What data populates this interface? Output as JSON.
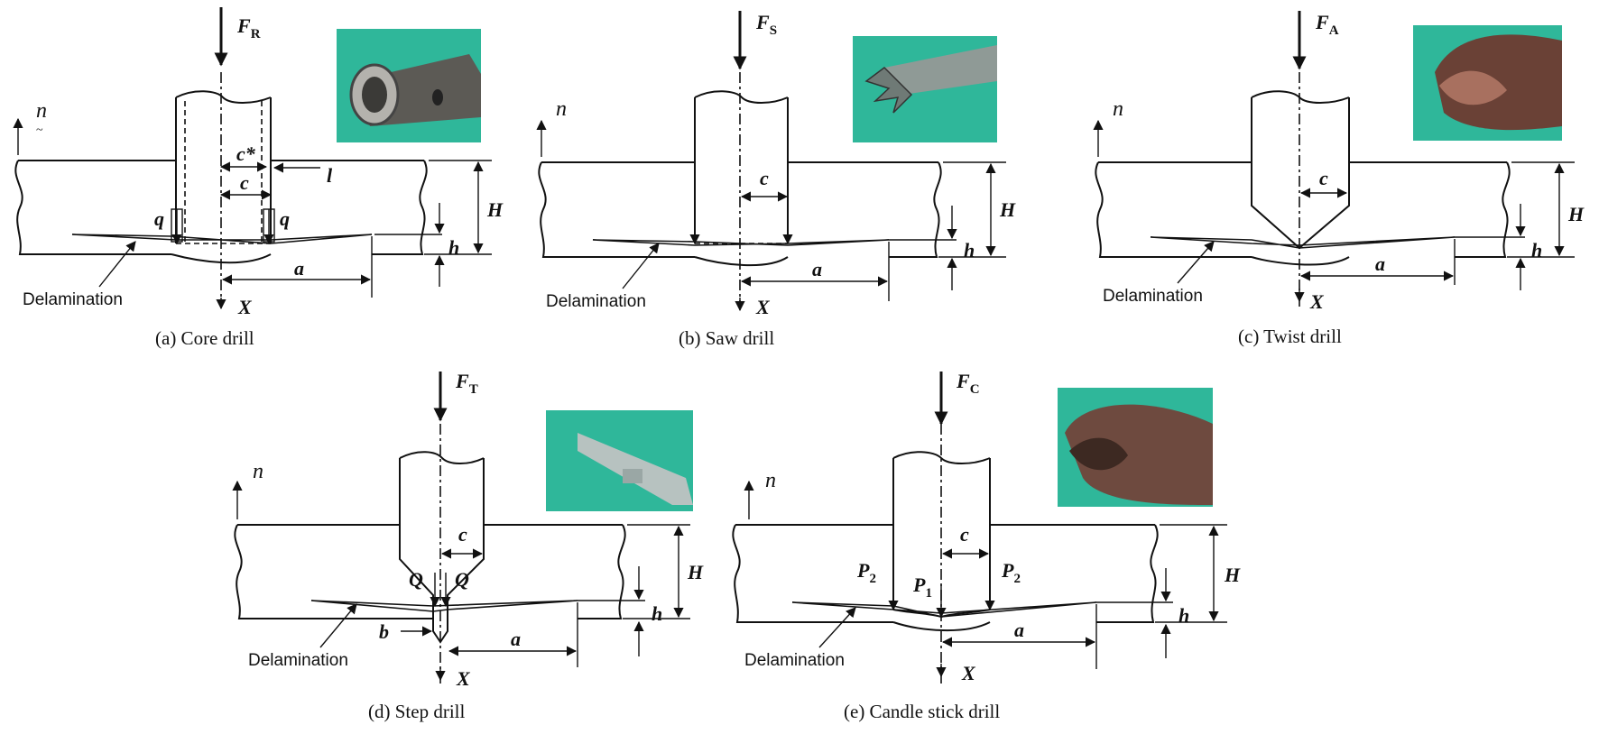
{
  "panels": [
    {
      "id": "a",
      "caption": "(a) Core drill",
      "force": "F",
      "force_sub": "R",
      "labels": {
        "c_star": "c*",
        "c": "c",
        "l": "l",
        "q_left": "q",
        "q_right": "q",
        "H": "H",
        "h": "h",
        "a": "a",
        "X": "X",
        "n": "n"
      },
      "delamination": "Delamination"
    },
    {
      "id": "b",
      "caption": "(b) Saw drill",
      "force": "F",
      "force_sub": "S",
      "labels": {
        "c": "c",
        "H": "H",
        "h": "h",
        "a": "a",
        "X": "X",
        "n": "n"
      },
      "delamination": "Delamination"
    },
    {
      "id": "c",
      "caption": "(c) Twist drill",
      "force": "F",
      "force_sub": "A",
      "labels": {
        "c": "c",
        "H": "H",
        "h": "h",
        "a": "a",
        "X": "X",
        "n": "n"
      },
      "delamination": "Delamination"
    },
    {
      "id": "d",
      "caption": "(d) Step drill",
      "force": "F",
      "force_sub": "T",
      "labels": {
        "c": "c",
        "Q_left": "Q",
        "Q_right": "Q",
        "b": "b",
        "H": "H",
        "h": "h",
        "a": "a",
        "X": "X",
        "n": "n"
      },
      "delamination": "Delamination"
    },
    {
      "id": "e",
      "caption": "(e) Candle stick drill",
      "force": "F",
      "force_sub": "C",
      "labels": {
        "c": "c",
        "P2_left": "P",
        "P2_left_sub": "2",
        "P1": "P",
        "P1_sub": "1",
        "P2_right": "P",
        "P2_right_sub": "2",
        "H": "H",
        "h": "h",
        "a": "a",
        "X": "X",
        "n": "n"
      },
      "delamination": "Delamination"
    }
  ],
  "colors": {
    "photo_background": "#2fb79a",
    "ink": "#111111"
  }
}
